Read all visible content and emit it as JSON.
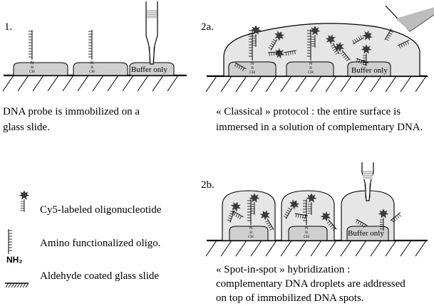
{
  "panels": {
    "p1": {
      "number": "1.",
      "buffer_label": "Buffer only",
      "caption_lines": [
        "DNA probe is immobilized on a",
        "glass slide."
      ]
    },
    "p2a": {
      "number": "2a.",
      "buffer_label": "Buffer only",
      "caption_lines": [
        "« Classical » protocol : the entire surface is",
        "immersed in a solution of complementary DNA."
      ]
    },
    "p2b": {
      "number": "2b.",
      "buffer_label": "Buffer only",
      "caption_lines": [
        "« Spot-in-spot » hybridization :",
        "complementary DNA droplets are addressed",
        "on top of immobilized DNA spots."
      ]
    }
  },
  "amino_group": {
    "n": "N",
    "h": "H",
    "c": "CH"
  },
  "legend": [
    {
      "icon": "cy5-labeled-oligo-icon",
      "label": "Cy5-labeled oligonucleotide"
    },
    {
      "icon": "amino-oligo-icon",
      "label": "Amino functionalized oligo.",
      "sub_label": "NH₂"
    },
    {
      "icon": "glass-slide-icon",
      "label": "Aldehyde coated glass slide"
    }
  ],
  "colors": {
    "spot_fill": "#cfcfcf",
    "drop_fill": "#e6e6e6",
    "star_fill": "#3a3a3a",
    "line": "#000000"
  }
}
